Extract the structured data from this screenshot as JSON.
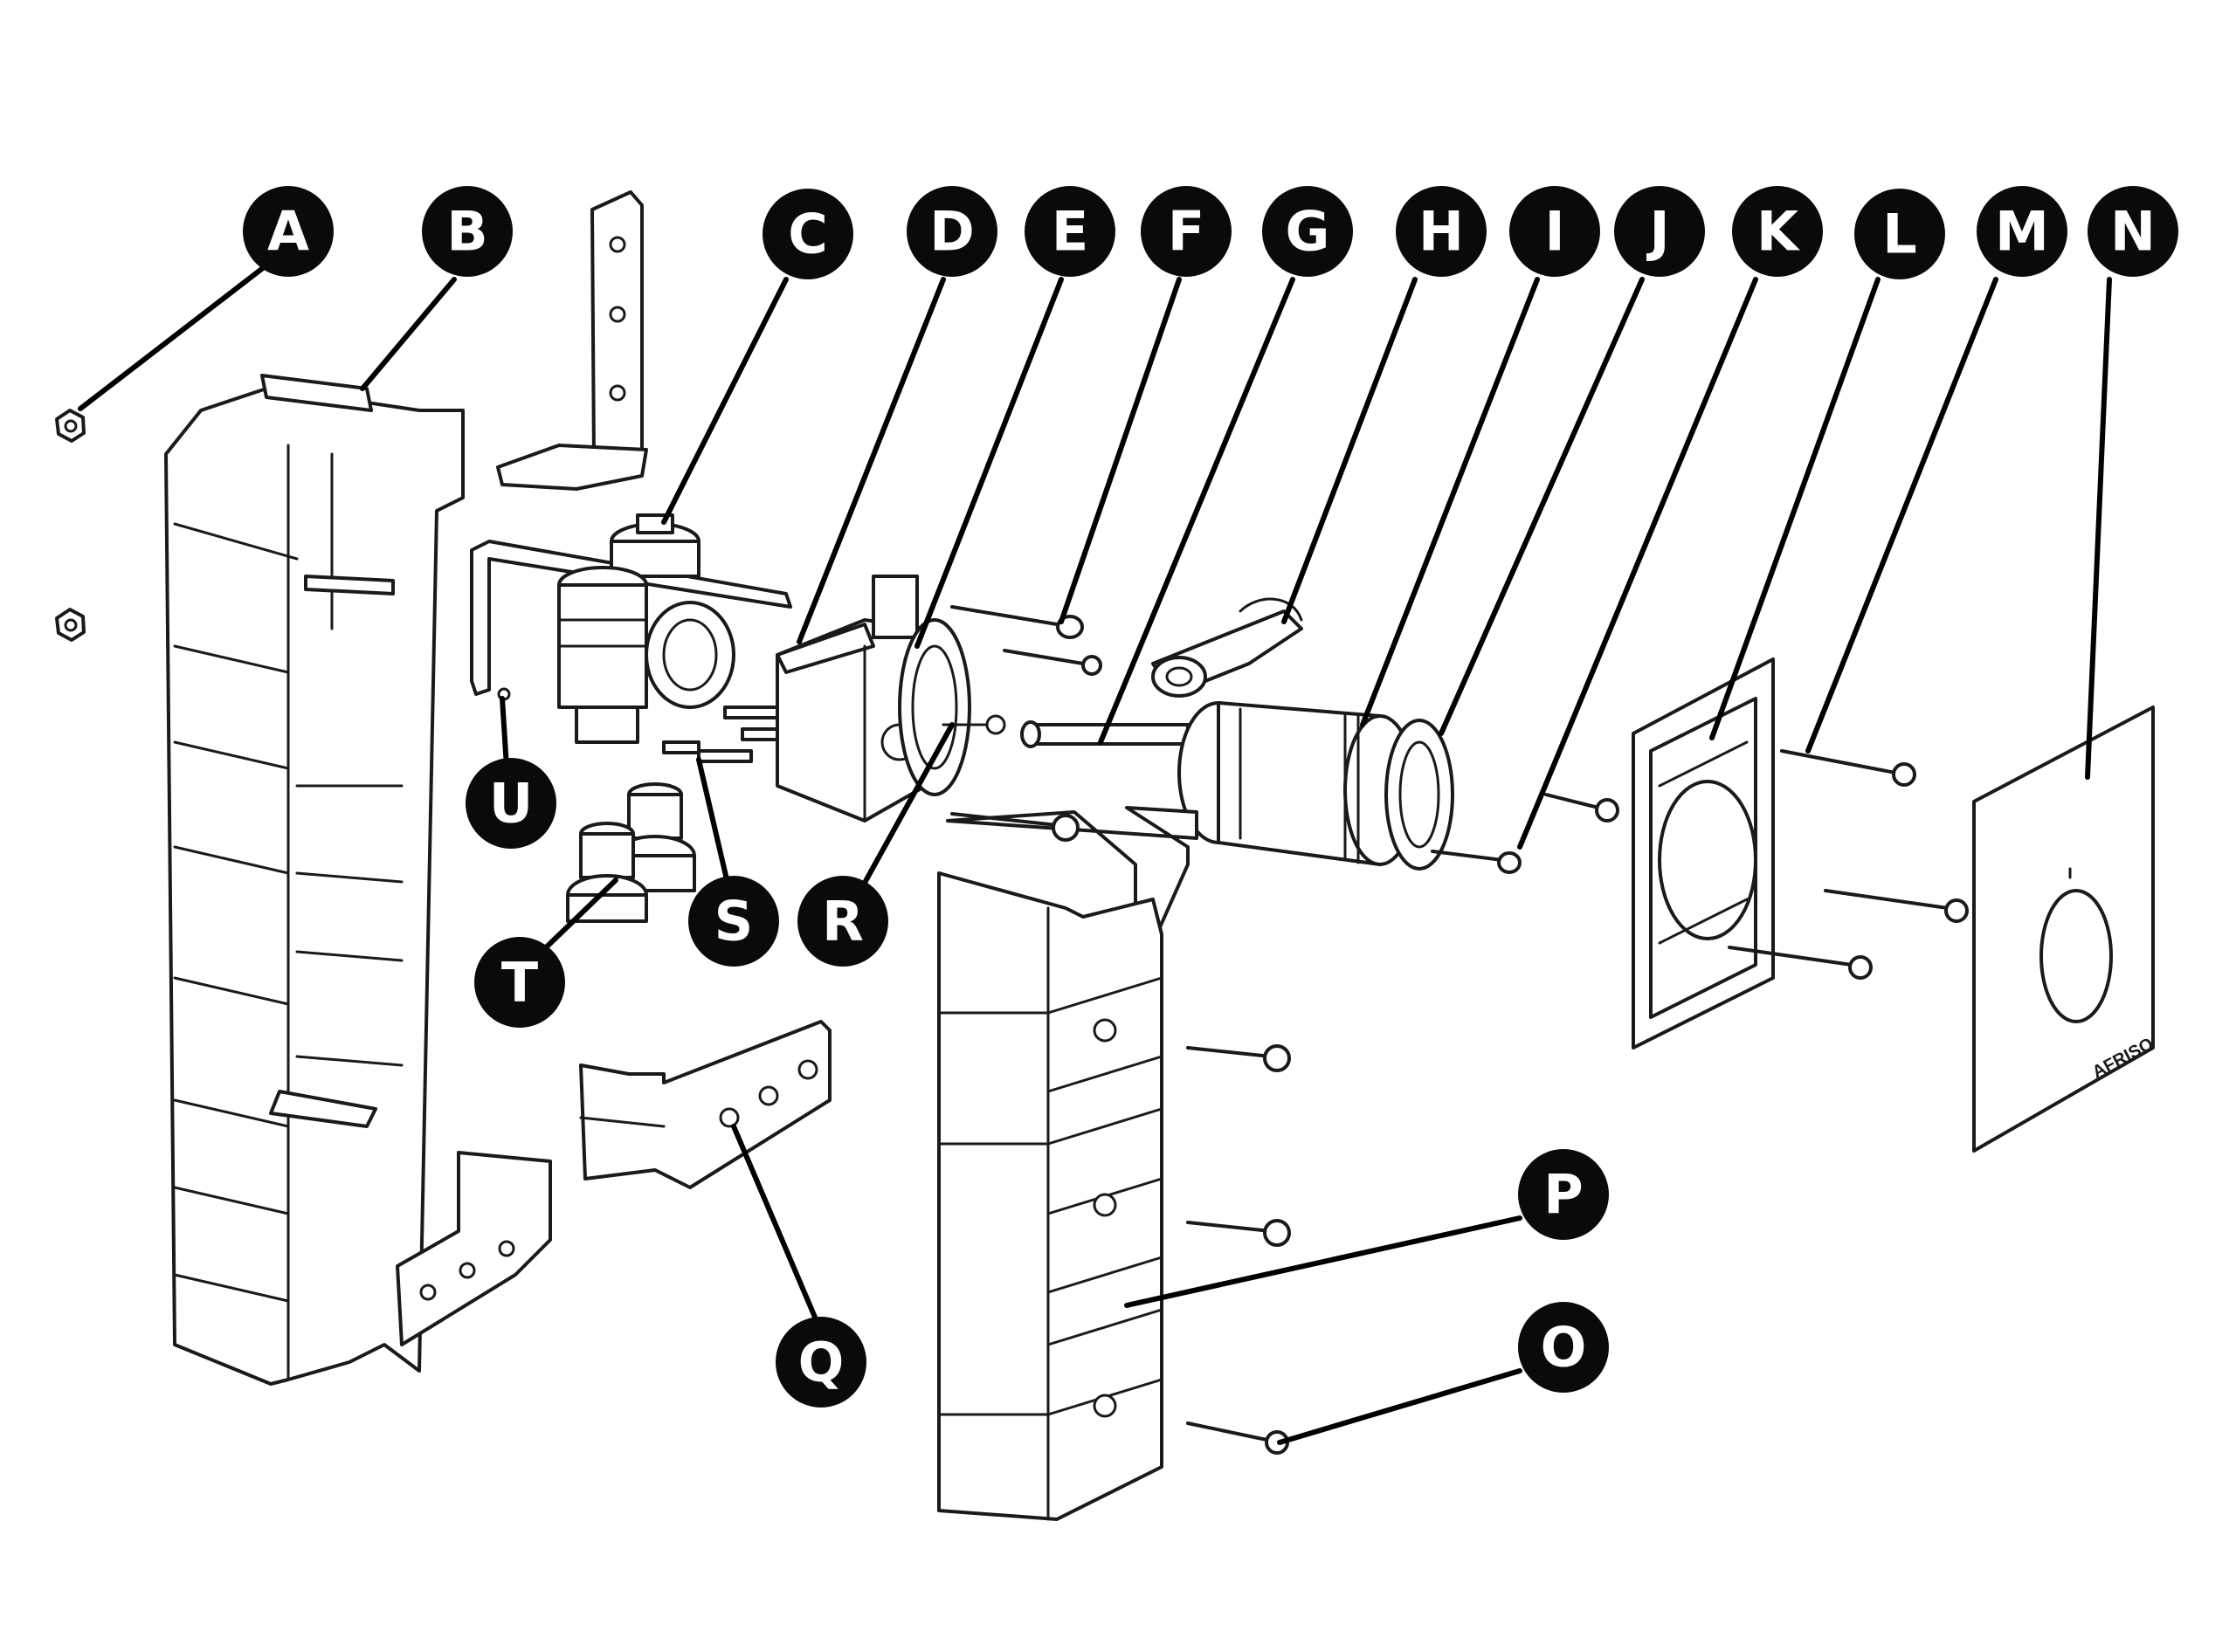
{
  "callouts": [
    {
      "id": "A",
      "label": "A"
    },
    {
      "id": "B",
      "label": "B"
    },
    {
      "id": "C",
      "label": "C"
    },
    {
      "id": "D",
      "label": "D"
    },
    {
      "id": "E",
      "label": "E"
    },
    {
      "id": "F",
      "label": "F"
    },
    {
      "id": "G",
      "label": "G"
    },
    {
      "id": "H",
      "label": "H"
    },
    {
      "id": "I",
      "label": "I"
    },
    {
      "id": "J",
      "label": "J"
    },
    {
      "id": "K",
      "label": "K"
    },
    {
      "id": "L",
      "label": "L"
    },
    {
      "id": "M",
      "label": "M"
    },
    {
      "id": "N",
      "label": "N"
    },
    {
      "id": "O",
      "label": "O"
    },
    {
      "id": "P",
      "label": "P"
    },
    {
      "id": "Q",
      "label": "Q"
    },
    {
      "id": "R",
      "label": "R"
    },
    {
      "id": "S",
      "label": "S"
    },
    {
      "id": "T",
      "label": "T"
    },
    {
      "id": "U",
      "label": "U"
    }
  ],
  "cover_plate": {
    "brand": "AFRISO"
  }
}
